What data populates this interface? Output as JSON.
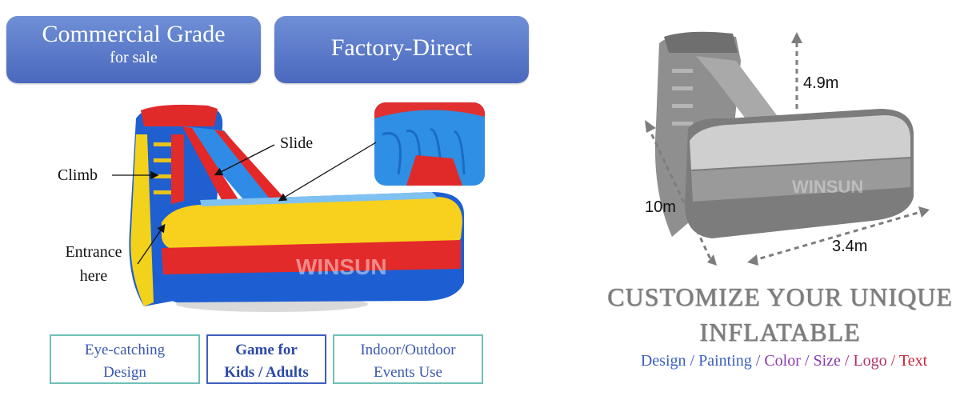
{
  "badges": {
    "commercial": {
      "line1": "Commercial Grade",
      "line2": "for sale"
    },
    "factory": {
      "line1": "Factory-Direct"
    }
  },
  "callouts": {
    "slide": "Slide",
    "climb": "Climb",
    "entrance_line1": "Entrance",
    "entrance_line2": "here"
  },
  "features": [
    {
      "line1": "Eye-catching",
      "line2": "Design"
    },
    {
      "line1": "Game for",
      "line2": "Kids / Adults"
    },
    {
      "line1": "Indoor/Outdoor",
      "line2": "Events Use"
    }
  ],
  "watermark": "WINSUN",
  "dimensions": {
    "height": "4.9m",
    "length": "10m",
    "width": "3.4m"
  },
  "headline": {
    "line1": "CUSTOMIZE YOUR UNIQUE",
    "line2": "INFLATABLE"
  },
  "options": [
    {
      "label": "Design",
      "color": "#3a5fc6"
    },
    {
      "label": "Painting",
      "color": "#3a5fc6"
    },
    {
      "label": "Color",
      "color": "#8a3bb0"
    },
    {
      "label": "Size",
      "color": "#8a3bb0"
    },
    {
      "label": "Logo",
      "color": "#b0306a"
    },
    {
      "label": "Text",
      "color": "#c8283a"
    }
  ],
  "separator": "/"
}
